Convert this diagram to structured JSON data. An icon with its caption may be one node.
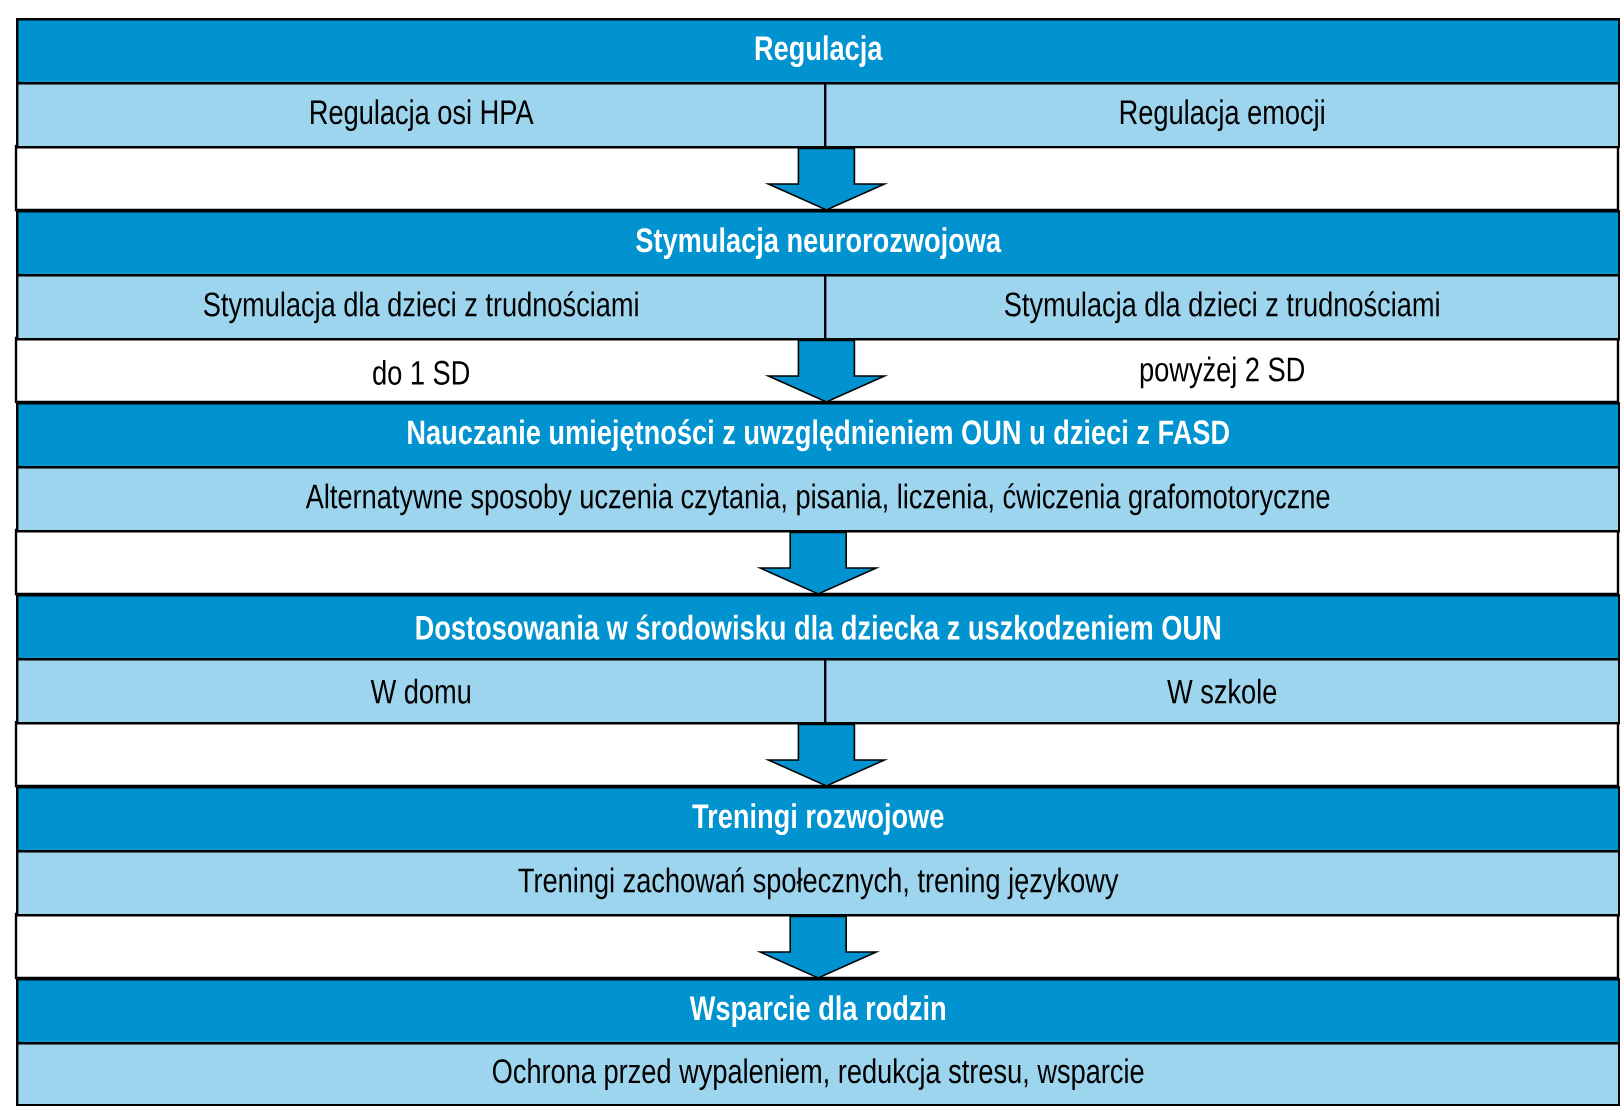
{
  "diagram": {
    "nodes": [
      {
        "text": [
          "Regulacja"
        ]
      },
      {
        "text": [
          "Regulacja osi HPA"
        ]
      },
      {
        "text": [
          "Regulacja emocji"
        ]
      },
      {
        "text": [
          "Stymulacja neurorozwojowa"
        ]
      },
      {
        "text": [
          "Stymulacja dla dzieci z trudnościami"
        ],
        "beside": [
          "do 1 SD"
        ]
      },
      {
        "text": [
          "Stymulacja dla dzieci z trudnościami"
        ],
        "beside": [
          "powyżej 2 SD"
        ]
      },
      {
        "text": [
          "Nauczanie umiejętności z uwzględnieniem OUN u dzieci z FASD"
        ]
      },
      {
        "text": [
          "Alternatywne sposoby uczenia czytania, pisania, liczenia, ćwiczenia grafomotoryczne"
        ]
      },
      {
        "text": [
          "Dostosowania w środowisku dla dziecka z uszkodzeniem OUN"
        ]
      },
      {
        "text": [
          "W domu"
        ]
      },
      {
        "text": [
          "W szkole"
        ]
      },
      {
        "text": [
          "Treningi rozwojowe"
        ]
      },
      {
        "text": [
          "Treningi zachowań społecznych, trening językowy"
        ]
      },
      {
        "text": [
          "Wsparcie dla rodzin"
        ]
      },
      {
        "text": [
          "Ochrona przed wypaleniem, redukcja stresu, wsparcie"
        ]
      }
    ],
    "edges": [
      {
        "from": 1,
        "to": 3,
        "arrow": "to"
      },
      {
        "from": 2,
        "to": 3,
        "arrow": "to"
      },
      {
        "from": 4,
        "to": 6,
        "arrow": "to"
      },
      {
        "from": 5,
        "to": 6,
        "arrow": "to"
      },
      {
        "from": 7,
        "to": 8,
        "arrow": "to"
      },
      {
        "from": 9,
        "to": 11,
        "arrow": "to"
      },
      {
        "from": 10,
        "to": 11,
        "arrow": "to"
      },
      {
        "from": 12,
        "to": 13,
        "arrow": "to"
      }
    ]
  }
}
